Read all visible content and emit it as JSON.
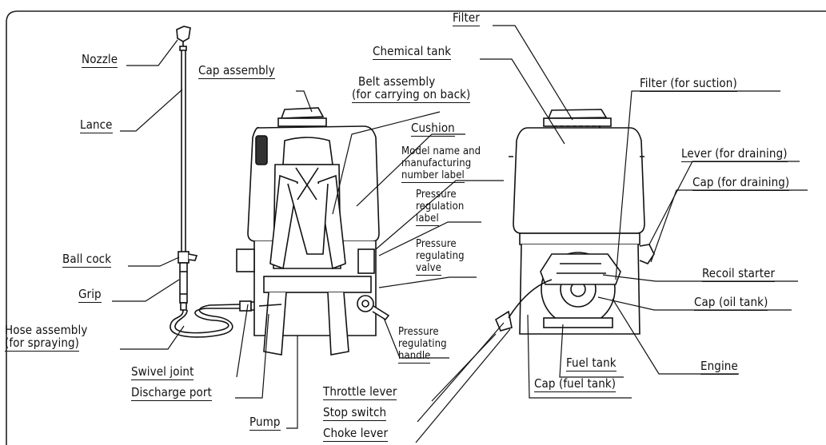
{
  "labels": {
    "nozzle": "Nozzle",
    "lance": "Lance",
    "ball_cock": "Ball cock",
    "grip": "Grip",
    "hose_assembly_1": "Hose assembly",
    "hose_assembly_2": "(for spraying)",
    "swivel_joint": "Swivel joint",
    "discharge_port": "Discharge port",
    "pump": "Pump",
    "cap_assembly": "Cap assembly",
    "belt_assembly_1": "Belt assembly",
    "belt_assembly_2": "(for carrying on back)",
    "cushion": "Cushion",
    "model_label_1": "Model name and",
    "model_label_2": "manufacturing",
    "model_label_3": "number label",
    "pressure_label_1": "Pressure",
    "pressure_label_2": "regulation",
    "pressure_label_3": "label",
    "pressure_valve_1": "Pressure",
    "pressure_valve_2": "regulating",
    "pressure_valve_3": "valve",
    "pressure_handle_1": "Pressure",
    "pressure_handle_2": "regulating",
    "pressure_handle_3": "handle",
    "filter": "Filter",
    "chemical_tank": "Chemical tank",
    "filter_suction": "Filter (for suction)",
    "lever_draining": "Lever (for draining)",
    "cap_draining": "Cap (for draining)",
    "recoil_starter": "Recoil starter",
    "cap_oil_tank": "Cap (oil tank)",
    "engine": "Engine",
    "fuel_tank": "Fuel tank",
    "cap_fuel_tank": "Cap (fuel tank)",
    "throttle_lever": "Throttle lever",
    "stop_switch": "Stop switch",
    "choke_lever": "Choke lever"
  }
}
